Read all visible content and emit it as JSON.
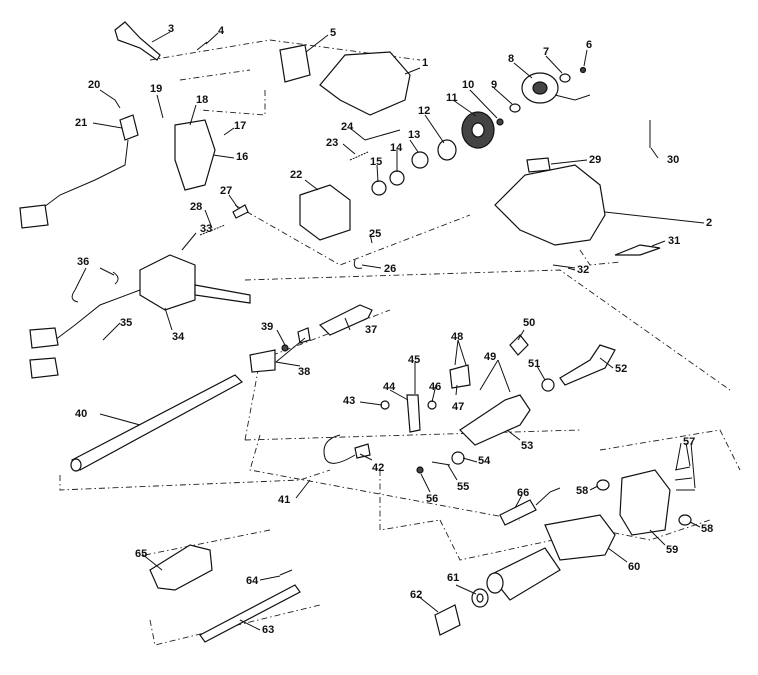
{
  "diagram": {
    "labels": [
      "1",
      "2",
      "3",
      "4",
      "5",
      "6",
      "7",
      "8",
      "9",
      "10",
      "11",
      "12",
      "13",
      "14",
      "15",
      "16",
      "17",
      "18",
      "19",
      "20",
      "21",
      "22",
      "23",
      "24",
      "25",
      "26",
      "27",
      "28",
      "29",
      "30",
      "31",
      "32",
      "33",
      "34",
      "35",
      "36",
      "37",
      "38",
      "39",
      "40",
      "41",
      "42",
      "43",
      "44",
      "45",
      "46",
      "47",
      "48",
      "49",
      "50",
      "51",
      "52",
      "53",
      "54",
      "55",
      "56",
      "57",
      "58",
      "59",
      "60",
      "61",
      "62",
      "63",
      "64",
      "65",
      "66"
    ]
  }
}
